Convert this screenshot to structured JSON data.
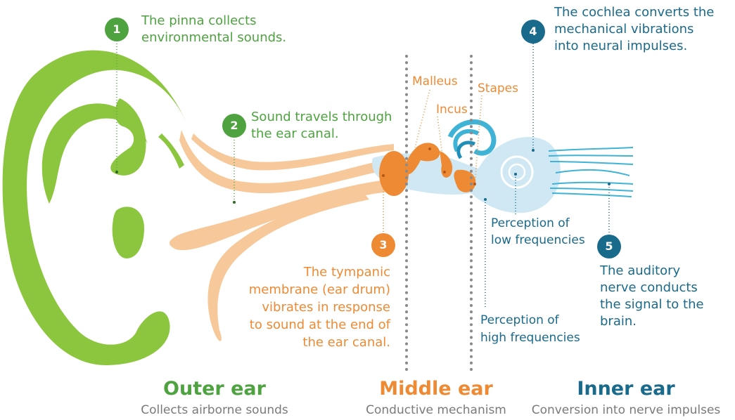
{
  "colors": {
    "outer": "#4ea340",
    "outer_light": "#8cc63f",
    "middle": "#ee8a34",
    "middle_light": "#f7c99a",
    "inner": "#1a6a8c",
    "inner_light": "#3fb3d6",
    "cochlea_fill": "#cfe8f3",
    "subtitle": "#7a7a7a",
    "divider": "#8a8a8a"
  },
  "steps": [
    {
      "number": "1",
      "text": "The pinna collects\nenvironmental sounds."
    },
    {
      "number": "2",
      "text": "Sound travels through\nthe ear canal."
    },
    {
      "number": "3",
      "text": "The tympanic\nmembrane (ear drum)\nvibrates in response\nto sound at the end of\nthe ear canal."
    },
    {
      "number": "4",
      "text": "The cochlea converts the\nmechanical vibrations\ninto neural impulses."
    },
    {
      "number": "5",
      "text": "The auditory\nnerve conducts\nthe signal to the\nbrain."
    }
  ],
  "labels": {
    "malleus": "Malleus",
    "incus": "Incus",
    "stapes": "Stapes",
    "low_freq": "Perception of\nlow frequencies",
    "high_freq": "Perception of\nhigh frequencies"
  },
  "sections": [
    {
      "title": "Outer ear",
      "subtitle": "Collects airborne sounds"
    },
    {
      "title": "Middle ear",
      "subtitle": "Conductive mechanism"
    },
    {
      "title": "Inner ear",
      "subtitle": "Conversion into nerve impulses"
    }
  ]
}
